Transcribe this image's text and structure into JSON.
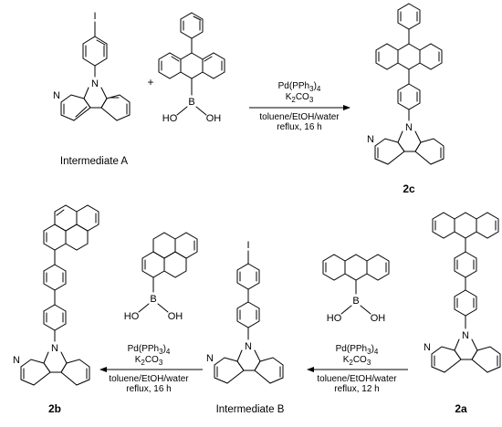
{
  "atoms": {
    "iodine": "I",
    "nitrogen": "N",
    "boron": "B",
    "hydroxyl_left": "HO",
    "hydroxyl_right": "OH"
  },
  "plus_sign": "+",
  "reaction_1": {
    "reagent_line1_main": "Pd(PPh",
    "reagent_line1_sub": "3",
    "reagent_line1_tail": ")",
    "reagent_line1_sub2": "4",
    "reagent_line2_main": "K",
    "reagent_line2_sub": "2",
    "reagent_line2_tail": "CO",
    "reagent_line2_sub2": "3",
    "solvent": "toluene/EtOH/water",
    "conditions": "reflux, 16 h"
  },
  "reaction_2": {
    "reagent_line1_main": "Pd(PPh",
    "reagent_line1_sub": "3",
    "reagent_line1_tail": ")",
    "reagent_line1_sub2": "4",
    "reagent_line2_main": "K",
    "reagent_line2_sub": "2",
    "reagent_line2_tail": "CO",
    "reagent_line2_sub2": "3",
    "solvent": "toluene/EtOH/water",
    "conditions": "reflux, 16 h"
  },
  "reaction_3": {
    "reagent_line1_main": "Pd(PPh",
    "reagent_line1_sub": "3",
    "reagent_line1_tail": ")",
    "reagent_line1_sub2": "4",
    "reagent_line2_main": "K",
    "reagent_line2_sub": "2",
    "reagent_line2_tail": "CO",
    "reagent_line2_sub2": "3",
    "solvent": "toluene/EtOH/water",
    "conditions": "reflux, 12 h"
  },
  "labels": {
    "intermediate_a": "Intermediate A",
    "intermediate_b": "Intermediate B",
    "compound_2c": "2c",
    "compound_2b": "2b",
    "compound_2a": "2a"
  }
}
